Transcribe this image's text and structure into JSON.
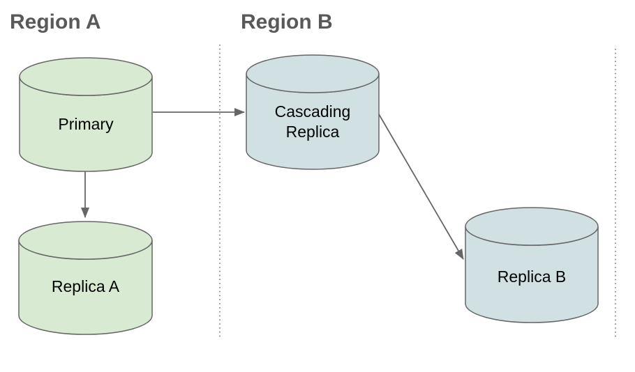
{
  "regions": [
    {
      "id": "region-a",
      "label": "Region A"
    },
    {
      "id": "region-b",
      "label": "Region B"
    }
  ],
  "nodes": [
    {
      "id": "primary",
      "label": "Primary",
      "region": "Region A",
      "shape": "cylinder",
      "fill": "#d9ead3"
    },
    {
      "id": "replica-a",
      "label": "Replica A",
      "region": "Region A",
      "shape": "cylinder",
      "fill": "#d9ead3"
    },
    {
      "id": "cascading-replica",
      "label": "Cascading\nReplica",
      "region": "Region B",
      "shape": "cylinder",
      "fill": "#d0e0e3"
    },
    {
      "id": "replica-b",
      "label": "Replica B",
      "region": "Region B",
      "shape": "cylinder",
      "fill": "#d0e0e3"
    }
  ],
  "edges": [
    {
      "from": "primary",
      "to": "cascading-replica"
    },
    {
      "from": "primary",
      "to": "replica-a"
    },
    {
      "from": "cascading-replica",
      "to": "replica-b"
    }
  ],
  "colors": {
    "background": "#ffffff",
    "region_label": "#595959",
    "node_label": "#000000",
    "node_stroke": "#666666",
    "arrow": "#666666",
    "boundary_dots": "#777777",
    "green_fill": "#d9ead3",
    "blue_fill": "#d0e0e3"
  }
}
